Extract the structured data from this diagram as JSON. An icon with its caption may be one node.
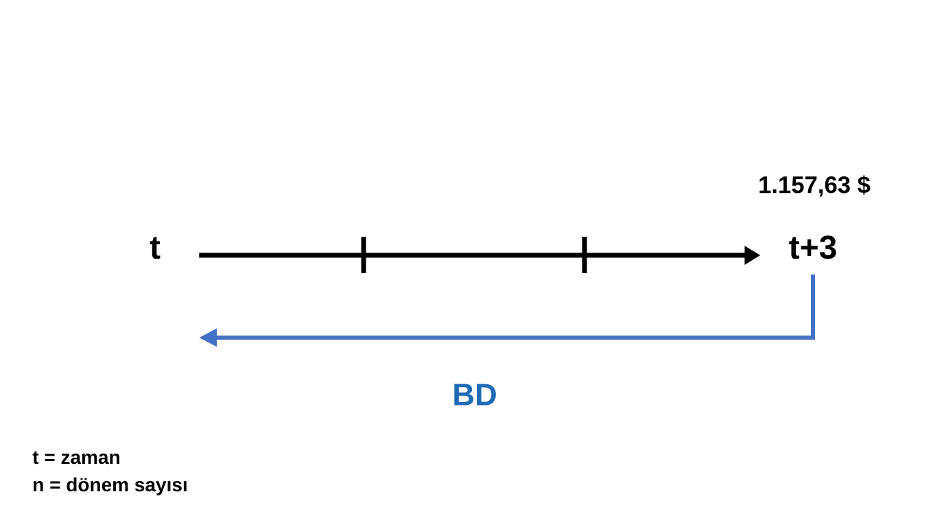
{
  "diagram": {
    "nodes": [
      {
        "text": [
          "t"
        ]
      },
      {
        "text": [
          "t+3"
        ],
        "beside": [
          "1.157,63 $"
        ]
      }
    ],
    "edges": [
      {
        "from": 0,
        "to": 1,
        "arrow": "to"
      },
      {
        "from": 1,
        "to": null,
        "arrow": "to",
        "label": "BD",
        "color": "#4472c4"
      }
    ],
    "labels": [
      "t = zaman",
      "n = dönem sayısı"
    ]
  }
}
